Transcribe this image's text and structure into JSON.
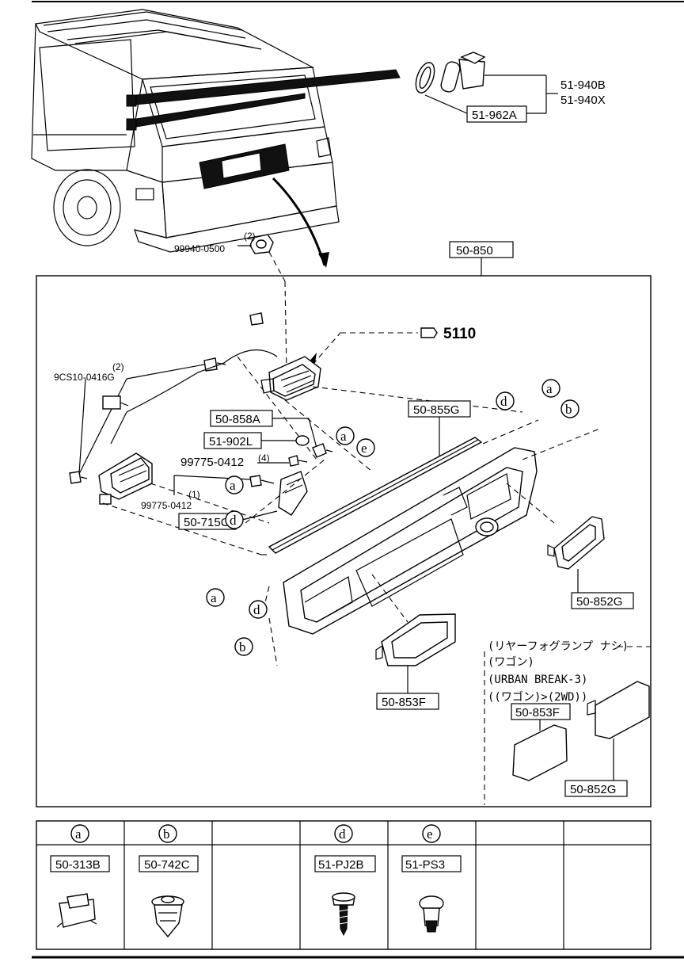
{
  "callouts": {
    "main_assembly": "50-850",
    "reference": "5110",
    "connector_a": "51-940B",
    "connector_b": "51-940X",
    "seal": "51-962A",
    "nut_qty": "(2)",
    "nut": "99940-0500",
    "bolt_qty": "(2)",
    "bolt": "9CS10-0416G",
    "clip_858": "50-858A",
    "washer": "51-902L",
    "screw_qty4": "(4)",
    "screw_4": "99775-0412",
    "screw_qty1": "(1)",
    "screw_1": "99775-0412",
    "bracket": "50-715C",
    "garnish": "50-855G",
    "lens_right": "50-852G",
    "lens_left": "50-853F",
    "alt_lens_left": "50-853F",
    "alt_lens_right": "50-852G"
  },
  "circle_letters": [
    "a",
    "b",
    "d",
    "e"
  ],
  "variant_note": {
    "line1": "(リヤーフォグランプ ナシ)",
    "line2": "(ワゴン)",
    "line3": "(URBAN BREAK-3)",
    "line4": "((ワゴン)>(2WD))"
  },
  "legend": {
    "columns": [
      {
        "key": "a",
        "part": "50-313B"
      },
      {
        "key": "b",
        "part": "50-742C"
      },
      {
        "key": "",
        "part": ""
      },
      {
        "key": "d",
        "part": "51-PJ2B"
      },
      {
        "key": "e",
        "part": "51-PS3"
      },
      {
        "key": "",
        "part": ""
      },
      {
        "key": "",
        "part": ""
      }
    ]
  }
}
